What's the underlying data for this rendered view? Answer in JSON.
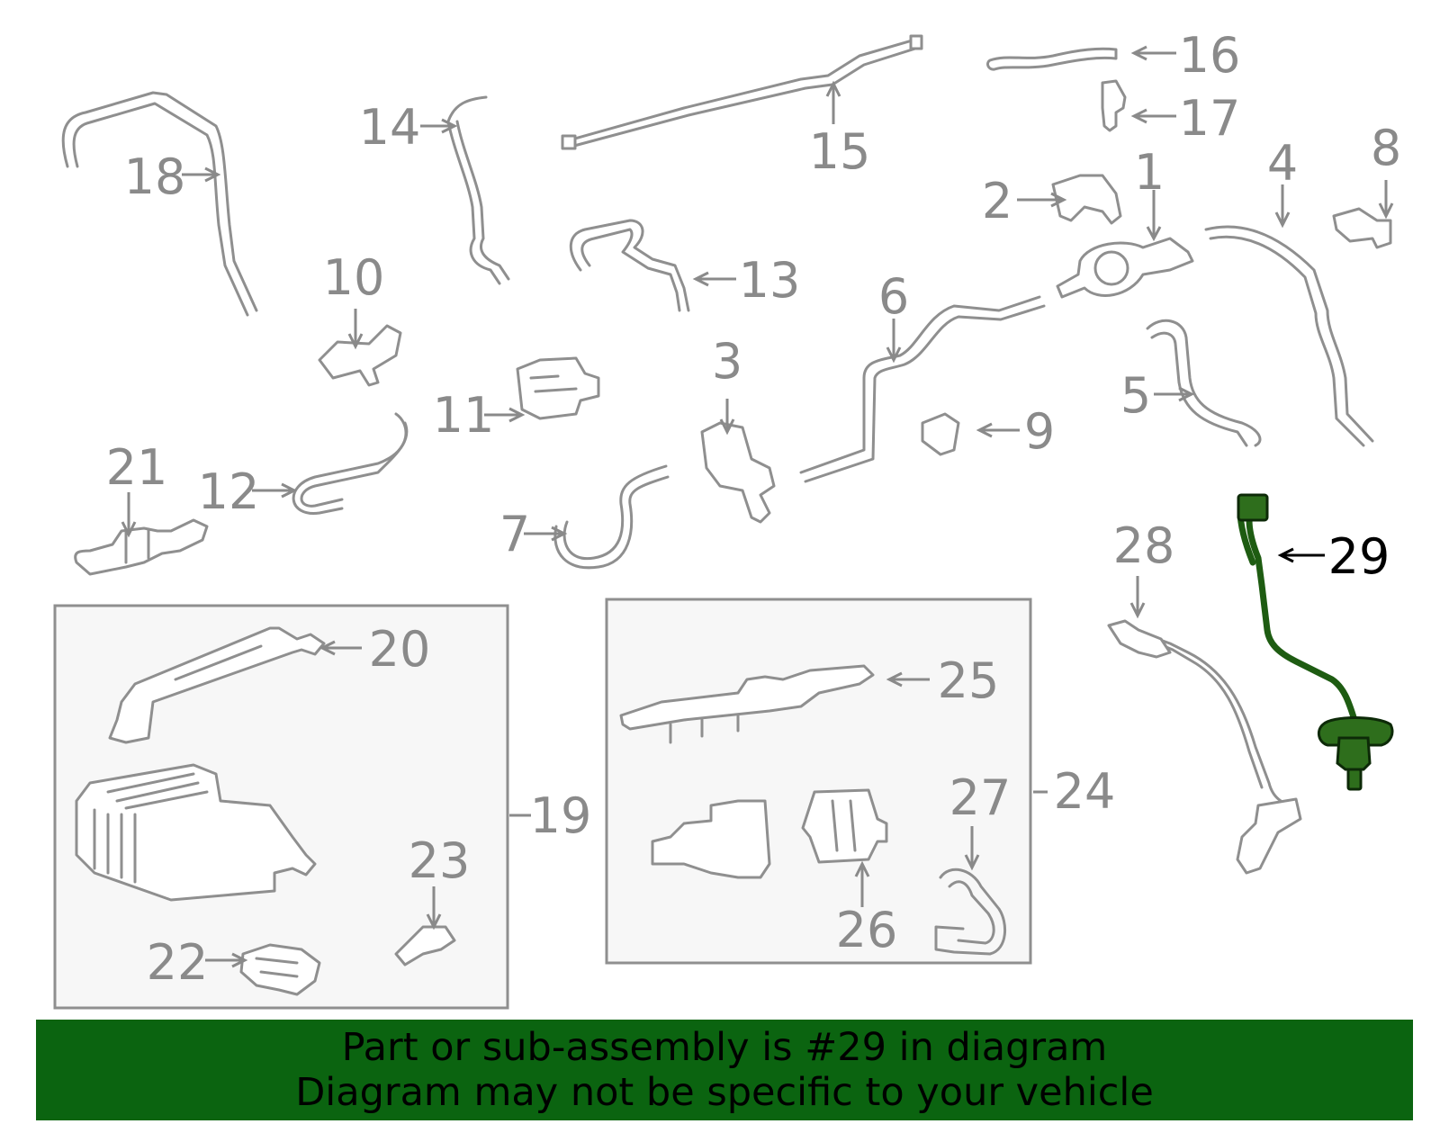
{
  "banner": {
    "line1": "Part or sub-assembly is #29 in diagram",
    "line2": "Diagram may not be specific to your vehicle",
    "background": "#0b6410"
  },
  "callouts": {
    "c1": "1",
    "c2": "2",
    "c3": "3",
    "c4": "4",
    "c5": "5",
    "c6": "6",
    "c7": "7",
    "c8": "8",
    "c9": "9",
    "c10": "10",
    "c11": "11",
    "c12": "12",
    "c13": "13",
    "c14": "14",
    "c15": "15",
    "c16": "16",
    "c17": "17",
    "c18": "18",
    "c19": "19",
    "c20": "20",
    "c21": "21",
    "c22": "22",
    "c23": "23",
    "c24": "24",
    "c25": "25",
    "c26": "26",
    "c27": "27",
    "c28": "28",
    "c29": "29"
  },
  "highlight": {
    "part": "29",
    "color": "#2e6e1c",
    "callout_color": "#000000"
  }
}
